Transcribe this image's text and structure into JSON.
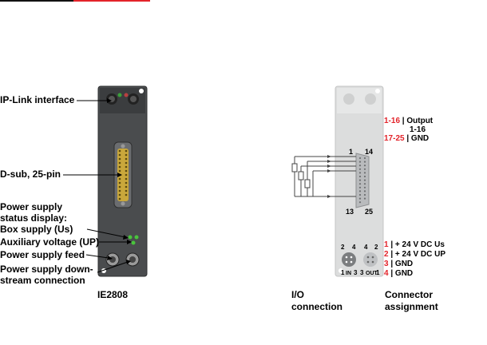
{
  "module": {
    "name": "IE2808",
    "labels": {
      "ip_link": "IP-Link interface",
      "dsub": "D-sub, 25-pin",
      "status_1": "Power supply",
      "status_2": "status display:",
      "box_supply": "Box supply (Us)",
      "aux_voltage": "Auxiliary voltage (UP)",
      "supply_feed": "Power supply feed",
      "downstream_1": "Power supply down-",
      "downstream_2": "stream connection"
    }
  },
  "io_connection": {
    "caption_1": "I/O",
    "caption_2": "connection",
    "dsub_pins": {
      "p1": "1",
      "p14": "14",
      "p13": "13",
      "p25": "25"
    },
    "m8_pins": {
      "in": {
        "p2": "2",
        "p4": "4",
        "p1": "1",
        "p3": "3",
        "label": "IN"
      },
      "out": {
        "p4": "4",
        "p2": "2",
        "p3": "3",
        "p1": "1",
        "label": "OUT"
      }
    }
  },
  "connector_assignment": {
    "caption_1": "Connector",
    "caption_2": "assignment",
    "dsub": [
      {
        "pin": "1-16",
        "desc": "| Output"
      },
      {
        "pin": "",
        "desc": "1-16"
      },
      {
        "pin": "17-25",
        "desc": "| GND"
      }
    ],
    "power": [
      {
        "pin": "1",
        "desc": "| + 24 V DC Us"
      },
      {
        "pin": "2",
        "desc": "| + 24 V DC UP"
      },
      {
        "pin": "3",
        "desc": "| GND"
      },
      {
        "pin": "4",
        "desc": "| GND"
      }
    ]
  },
  "colors": {
    "accent_red": "#e3232a",
    "housing_dark": "#4a4c4e",
    "housing_light": "#dcdddd"
  }
}
